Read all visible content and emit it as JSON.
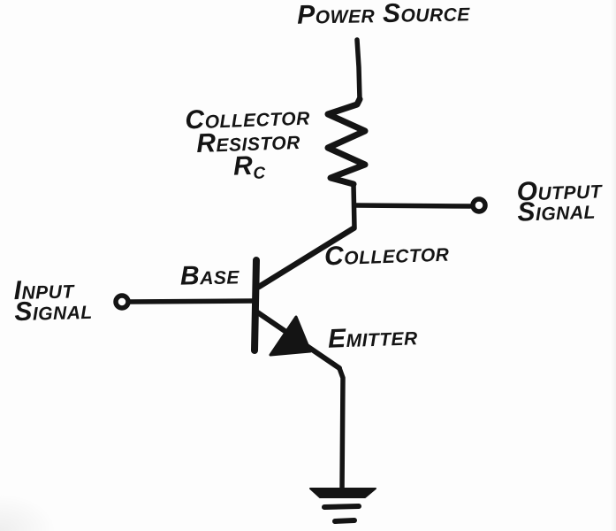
{
  "labels": {
    "power_source": "Power Source",
    "collector_resistor": {
      "line1": "Collector",
      "line2": "Resistor",
      "symbol": "R",
      "subscript": "C"
    },
    "output_signal": {
      "line1": "Output",
      "line2": "Signal"
    },
    "collector": "Collector",
    "base": "Base",
    "input_signal": {
      "line1": "Input",
      "line2": "Signal"
    },
    "emitter": "Emitter"
  },
  "colors": {
    "ink": "#141414",
    "background": "#fdfdfd"
  }
}
